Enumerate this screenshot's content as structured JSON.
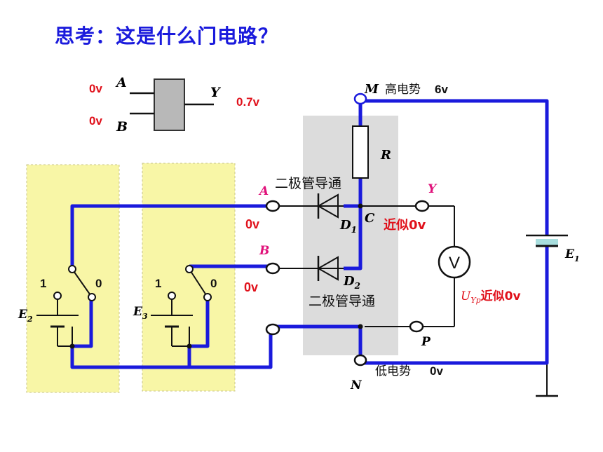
{
  "title": "思考：这是什么门电路？",
  "gate": {
    "input_a_label": "A",
    "input_b_label": "B",
    "output_label": "Y",
    "input_a_voltage": "0v",
    "input_b_voltage": "0v",
    "output_voltage": "0.7v"
  },
  "circuit": {
    "node_m": "M",
    "node_n": "N",
    "node_c": "C",
    "node_p": "P",
    "terminal_a": "A",
    "terminal_b": "B",
    "terminal_y": "Y",
    "high_potential": "高电势",
    "high_value": "6v",
    "low_potential": "低电势",
    "low_value": "0v",
    "resistor": "R",
    "diode1_main": "D",
    "diode1_sub": "1",
    "diode2_main": "D",
    "diode2_sub": "2",
    "diode1_state": "二极管导通",
    "diode2_state": "二极管导通",
    "a_voltage": "0v",
    "b_voltage": "0v",
    "y_voltage": "近似0v",
    "voltmeter": "V",
    "uyp_main": "U",
    "uyp_sub": "Yp",
    "uyp_text": "近似0v",
    "battery_e1_main": "E",
    "battery_e1_sub": "1",
    "battery_e2_main": "E",
    "battery_e2_sub": "2",
    "battery_e3_main": "E",
    "battery_e3_sub": "3",
    "switch_e2_one": "1",
    "switch_e2_zero": "0",
    "switch_e3_one": "1",
    "switch_e3_zero": "0"
  },
  "colors": {
    "wire_active": "#1a1adc",
    "wire_thin": "#111111",
    "panel_yellow": "#f8f6a6",
    "panel_gray": "#dcdcdc",
    "label_red": "#e0111b",
    "label_magenta": "#e0117a",
    "battery_plate": "#a8dede"
  }
}
